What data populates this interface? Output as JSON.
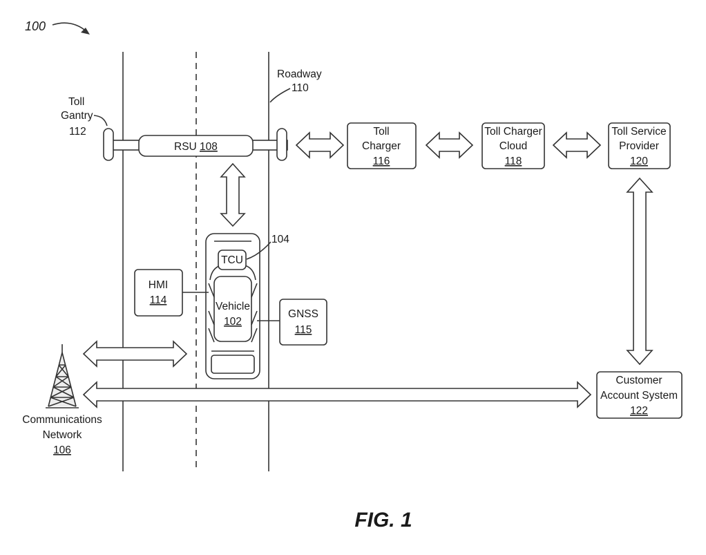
{
  "figure": {
    "number": "100",
    "caption": "FIG. 1"
  },
  "roadway": {
    "label": "Roadway",
    "ref": "110"
  },
  "toll_gantry": {
    "label_line1": "Toll",
    "label_line2": "Gantry",
    "ref": "112"
  },
  "rsu": {
    "label": "RSU",
    "ref": "108"
  },
  "toll_charger": {
    "label_line1": "Toll",
    "label_line2": "Charger",
    "ref": "116"
  },
  "toll_charger_cloud": {
    "label_line1": "Toll Charger",
    "label_line2": "Cloud",
    "ref": "118"
  },
  "toll_service_provider": {
    "label_line1": "Toll Service",
    "label_line2": "Provider",
    "ref": "120"
  },
  "tcu": {
    "label": "TCU",
    "ref": "104"
  },
  "vehicle": {
    "label": "Vehicle",
    "ref": "102"
  },
  "hmi": {
    "label": "HMI",
    "ref": "114"
  },
  "gnss": {
    "label": "GNSS",
    "ref": "115"
  },
  "customer_account_system": {
    "label_line1": "Customer",
    "label_line2": "Account System",
    "ref": "122"
  },
  "communications_network": {
    "label_line1": "Communications",
    "label_line2": "Network",
    "ref": "106"
  }
}
